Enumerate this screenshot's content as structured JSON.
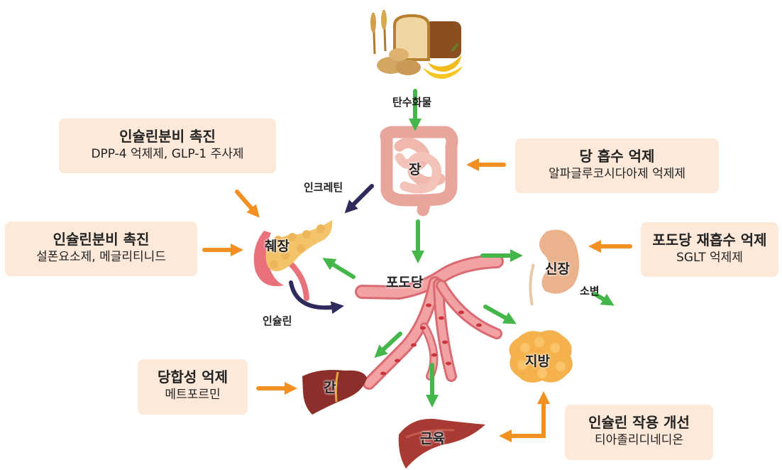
{
  "food": {
    "label": "탄수화물"
  },
  "organs": {
    "intestine": "장",
    "pancreas": "췌장",
    "kidney": "신장",
    "fat": "지방",
    "liver": "간",
    "muscle": "근육",
    "glucose": "포도당"
  },
  "flow_labels": {
    "incretin": "인크레틴",
    "insulin": "인슐린",
    "urine": "소변"
  },
  "drug_boxes": {
    "dpp4": {
      "title": "인슐린분비 촉진",
      "drugs": "DPP-4 억제제, GLP-1 주사제"
    },
    "sulfonylurea": {
      "title": "인슐린분비 촉진",
      "drugs": "설폰요소제, 메글리티니드"
    },
    "alpha_glucosidase": {
      "title": "당 흡수 억제",
      "drugs": "알파글루코시다아제 억제제"
    },
    "sglt": {
      "title": "포도당 재흡수 억제",
      "drugs": "SGLT 억제제"
    },
    "metformin": {
      "title": "당합성 억제",
      "drugs": "메트포르민"
    },
    "tzd": {
      "title": "인슐린 작용 개선",
      "drugs": "티아졸리디네디온"
    }
  },
  "colors": {
    "green_arrow": "#45b649",
    "orange_arrow": "#f29122",
    "navy_arrow": "#2e2a5b",
    "box_fill": "#fde9d9"
  }
}
